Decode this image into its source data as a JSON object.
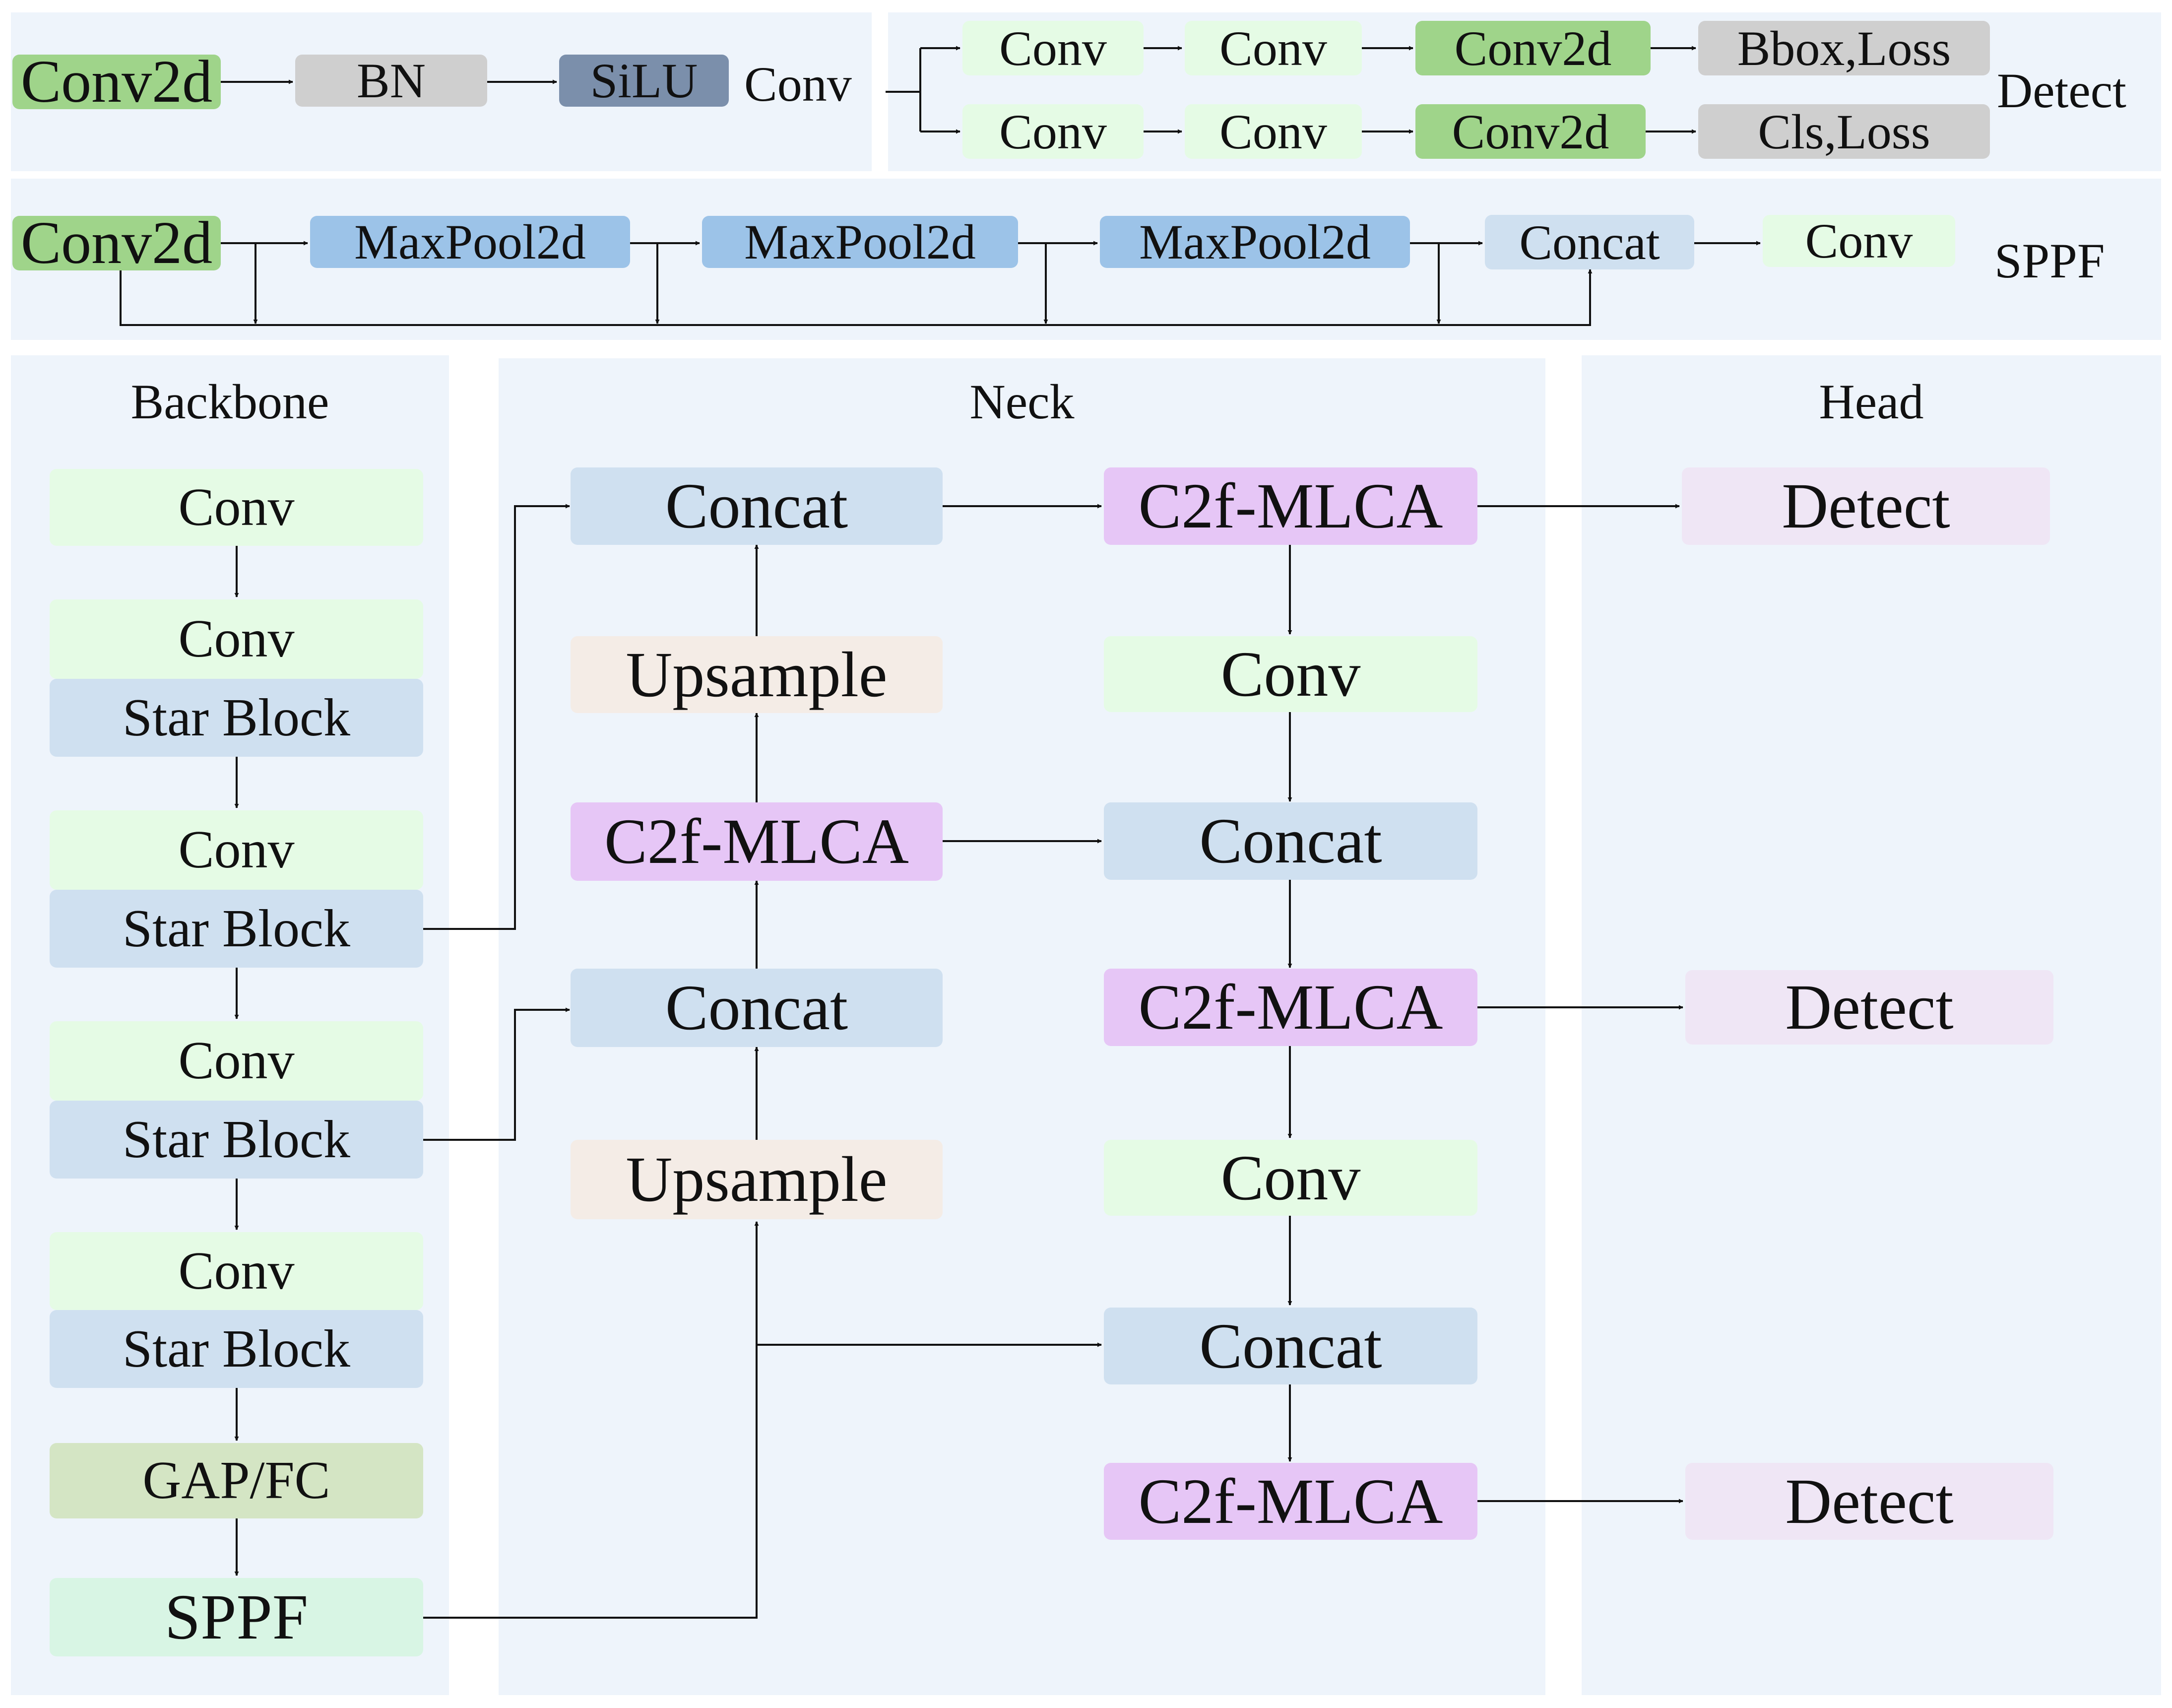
{
  "conv_module": {
    "conv2d": "Conv2d",
    "bn": "BN",
    "silu": "SiLU",
    "title": "Conv"
  },
  "detect_module": {
    "row1": [
      "Conv",
      "Conv",
      "Conv2d",
      "Bbox,Loss"
    ],
    "row2": [
      "Conv",
      "Conv",
      "Conv2d",
      "Cls,Loss"
    ],
    "title": "Detect"
  },
  "sppf_module": {
    "conv2d": "Conv2d",
    "maxpool": [
      "MaxPool2d",
      "MaxPool2d",
      "MaxPool2d"
    ],
    "concat": "Concat",
    "conv": "Conv",
    "title": "SPPF"
  },
  "backbone": {
    "title": "Backbone",
    "blocks": [
      "Conv",
      "Conv",
      "Star Block",
      "Conv",
      "Star Block",
      "Conv",
      "Star Block",
      "Conv",
      "Star Block",
      "GAP/FC",
      "SPPF"
    ]
  },
  "neck": {
    "title": "Neck",
    "left_column": [
      "Concat",
      "Upsample",
      "C2f-MLCA",
      "Concat",
      "Upsample"
    ],
    "right_column": [
      "C2f-MLCA",
      "Conv",
      "Concat",
      "C2f-MLCA",
      "Conv",
      "Concat",
      "C2f-MLCA"
    ]
  },
  "head": {
    "title": "Head",
    "blocks": [
      "Detect",
      "Detect",
      "Detect"
    ]
  },
  "colors": {
    "panel_bg": "#eef4fb",
    "conv": "#e5fbe5",
    "conv2d": "#9fd48a",
    "loss": "#cfcfcf",
    "silu": "#7b8fab",
    "maxpool": "#9cc3e8",
    "concat_star": "#cfe0f0",
    "c2f_mlca": "#e6c6f6",
    "upsample": "#f4ece6",
    "gap_fc": "#d4e5c4",
    "sppf": "#d8f5e4",
    "detect": "#efe6f5"
  }
}
